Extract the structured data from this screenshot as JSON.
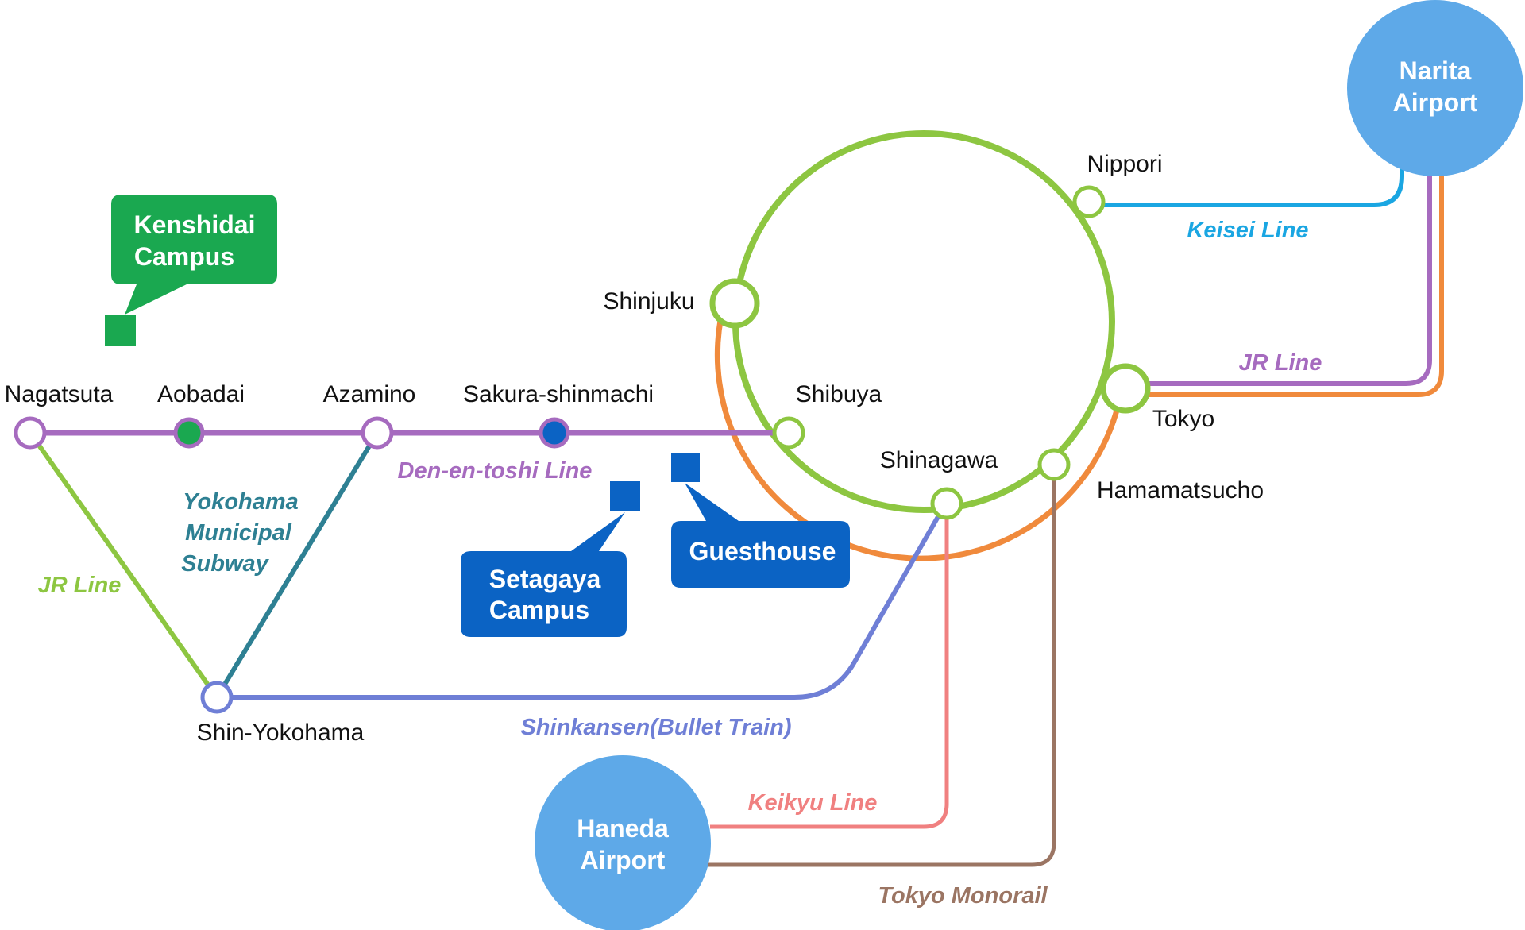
{
  "colors": {
    "jr_yamanote": "#8dc641",
    "jr_line": "#a66bbf",
    "jr_orange": "#f08a3c",
    "den_en_toshi": "#a66bbf",
    "yokohama_subway": "#2e8093",
    "shinkansen": "#6f7fd6",
    "keisei": "#1aa6e2",
    "keikyu": "#f08080",
    "monorail": "#9b7563",
    "airport": "#5ea9e8",
    "campus_green": "#1aa850",
    "campus_blue": "#0b63c4"
  },
  "stations": {
    "nagatsuta": "Nagatsuta",
    "aobadai": "Aobadai",
    "azamino": "Azamino",
    "sakura": "Sakura-shinmachi",
    "shibuya": "Shibuya",
    "shinjuku": "Shinjuku",
    "nippori": "Nippori",
    "tokyo": "Tokyo",
    "shinagawa": "Shinagawa",
    "hamamatsucho": "Hamamatsucho",
    "shin_yokohama": "Shin-Yokohama"
  },
  "lines": {
    "keisei": "Keisei Line",
    "jr_east": "JR Line",
    "jr_west": "JR Line",
    "den_en_toshi": "Den-en-toshi Line",
    "yokohama_1": "Yokohama",
    "yokohama_2": "Municipal",
    "yokohama_3": "Subway",
    "shinkansen": "Shinkansen(Bullet  Train)",
    "keikyu": "Keikyu Line",
    "monorail": "Tokyo Monorail"
  },
  "airports": {
    "narita_1": "Narita",
    "narita_2": "Airport",
    "haneda_1": "Haneda",
    "haneda_2": "Airport"
  },
  "campuses": {
    "kenshidai_1": "Kenshidai",
    "kenshidai_2": "Campus",
    "setagaya_1": "Setagaya",
    "setagaya_2": "Campus",
    "guesthouse": "Guesthouse"
  }
}
